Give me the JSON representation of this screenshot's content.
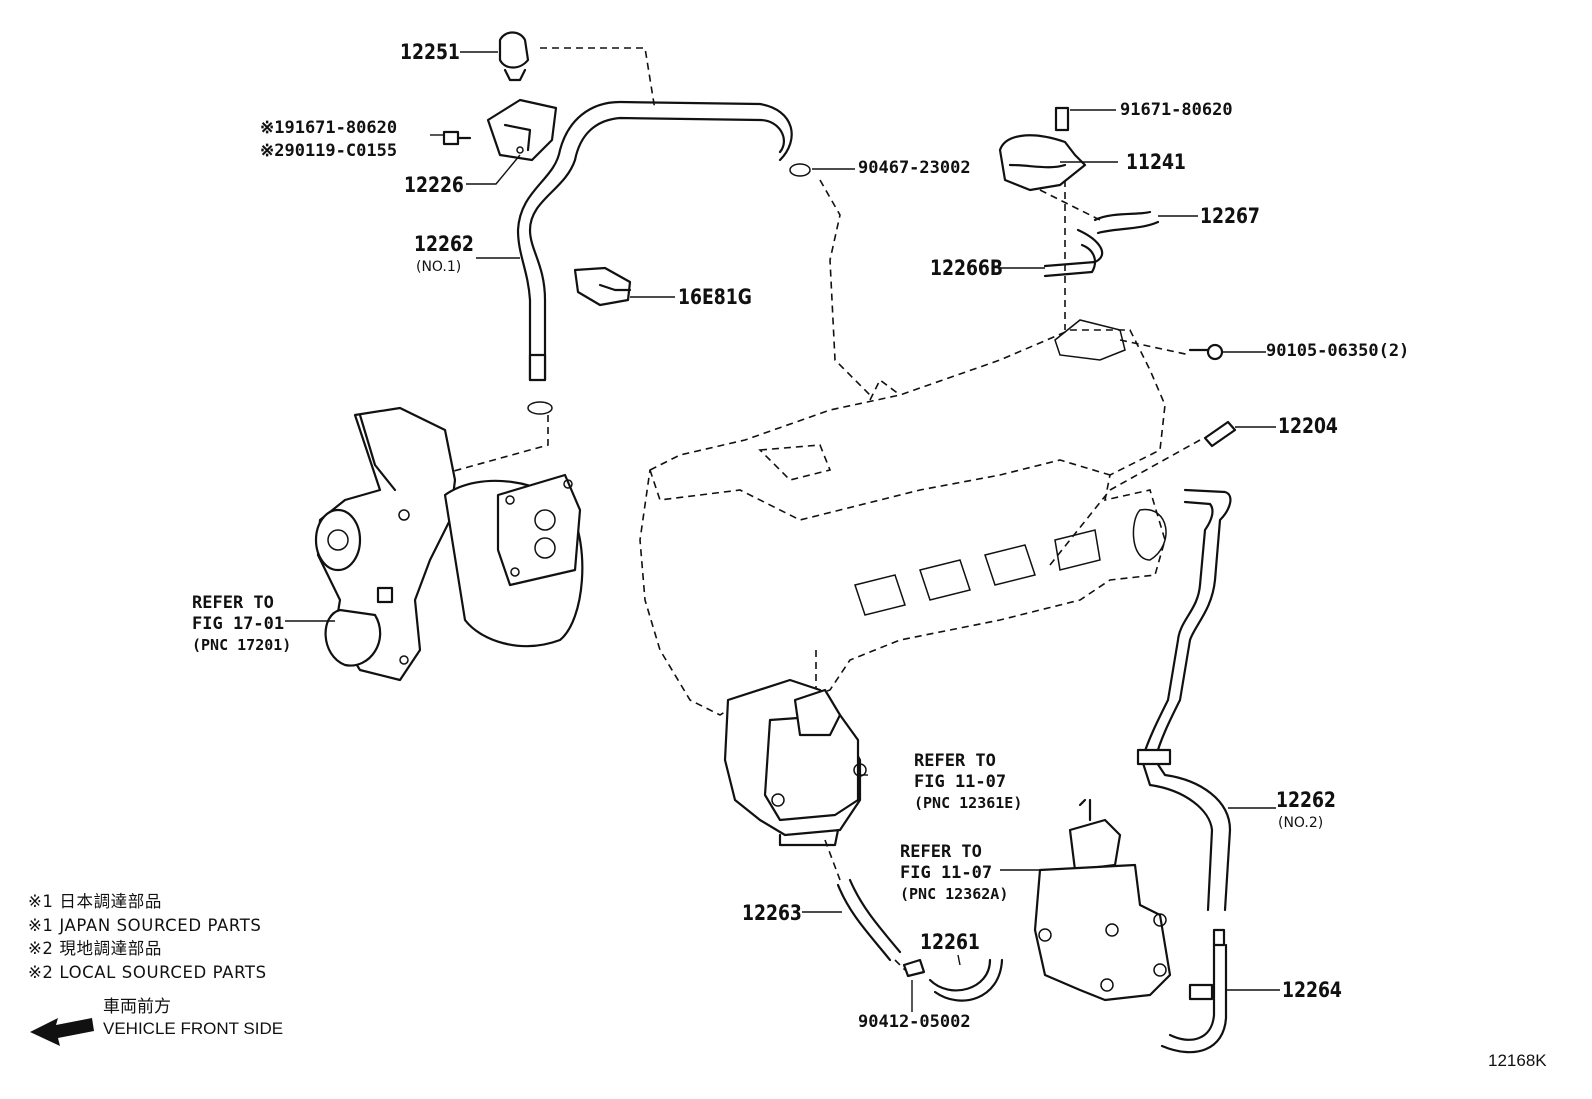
{
  "diagram_code": "12168K",
  "part_labels": {
    "p12251": "12251",
    "p12226": "12226",
    "p12262_1": "12262",
    "p12262_1_sub": "(NO.1)",
    "p16E81G": "16E81G",
    "p90467": "90467-23002",
    "p91671_r": "91671-80620",
    "p11241": "11241",
    "p12267": "12267",
    "p12266B": "12266B",
    "p90105": "90105-06350(2)",
    "p12204": "12204",
    "p12262_2": "12262",
    "p12262_2_sub": "(NO.2)",
    "p12264": "12264",
    "p12263": "12263",
    "p12261": "12261",
    "p90412": "90412-05002",
    "alt1": "※191671-80620",
    "alt2": "※290119-C0155"
  },
  "references": [
    {
      "line1": "REFER TO",
      "line2": "FIG 17-01",
      "line3": "(PNC 17201)"
    },
    {
      "line1": "REFER TO",
      "line2": "FIG 11-07",
      "line3": "(PNC 12361E)"
    },
    {
      "line1": "REFER TO",
      "line2": "FIG 11-07",
      "line3": "(PNC 12362A)"
    }
  ],
  "notes": [
    "※1 日本調達部品",
    "※1 JAPAN SOURCED PARTS",
    "※2 現地調達部品",
    "※2 LOCAL SOURCED PARTS"
  ],
  "direction": {
    "jp": "車両前方",
    "en": "VEHICLE FRONT SIDE",
    "icon": "left-arrow-icon"
  }
}
